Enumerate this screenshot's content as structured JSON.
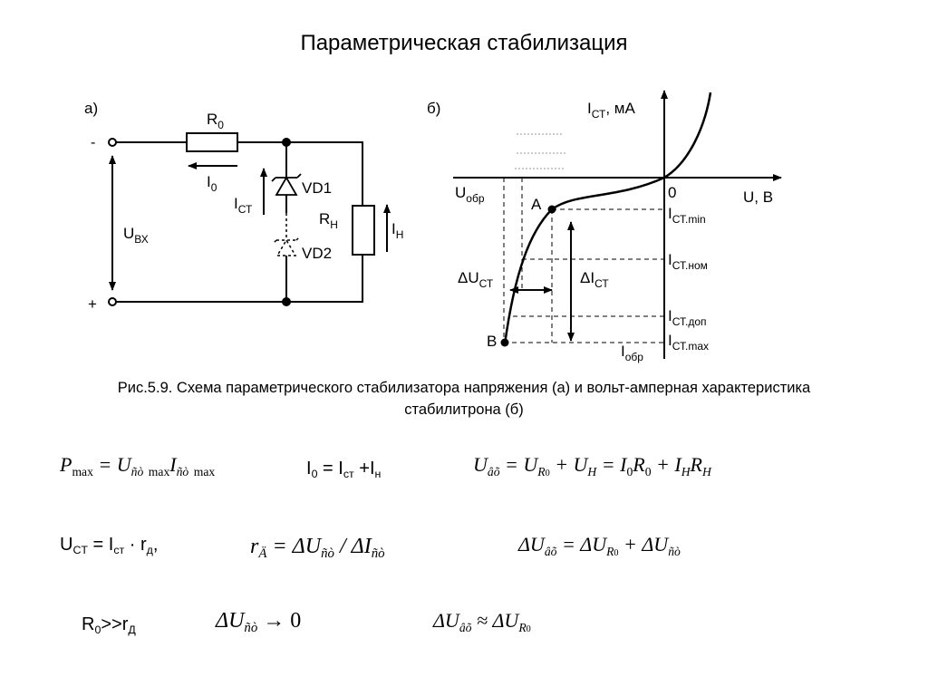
{
  "title": "Параметрическая стабилизация",
  "circuit": {
    "panel_label": "а)",
    "minus": "-",
    "plus": "+",
    "r0": "R",
    "r0_sub": "0",
    "i0": "I",
    "i0_sub": "0",
    "uin": "U",
    "uin_sub": "ВХ",
    "ist": "I",
    "ist_sub": "СТ",
    "vd1": "VD1",
    "vd2": "VD2",
    "rh": "R",
    "rh_sub": "Н",
    "ih": "I",
    "ih_sub": "Н"
  },
  "vac": {
    "panel_label": "б)",
    "y_axis": "I",
    "y_axis_sub": "СТ",
    "y_axis_unit": ", мА",
    "origin": "0",
    "x_axis": "U, B",
    "uobr": "U",
    "uobr_sub": "обр",
    "point_a": "A",
    "point_b": "B",
    "dust": "ΔU",
    "dust_sub": "СТ",
    "dist": "ΔI",
    "dist_sub": "СТ",
    "iobr": "I",
    "iobr_sub": "обр",
    "levels": [
      {
        "name": "I",
        "sub": "СТ.min"
      },
      {
        "name": "I",
        "sub": "СТ.ном"
      },
      {
        "name": "I",
        "sub": "СТ.доп"
      },
      {
        "name": "I",
        "sub": "СТ.max"
      }
    ]
  },
  "caption_line1": "Рис.5.9. Схема параметрического стабилизатора напряжения (а) и вольт-амперная характеристика",
  "caption_line2": "стабилитрона (б)",
  "formulas": {
    "pmax": {
      "P": "P",
      "max": "max",
      "U": "U",
      "st1": "ñò",
      "max2": "max",
      "I": "I",
      "st2": "ñò",
      "max3": "max"
    },
    "i0sum": {
      "I": "I",
      "0": "0",
      "eq": " = I",
      "st": "ст",
      "plus": " +I",
      "n": "н"
    },
    "uvh": {
      "U": "U",
      "vh": "âõ",
      "eq1": " = U",
      "R": "R",
      "R0": "0",
      "plus1": " + U",
      "H": "H",
      "eq2": " = I",
      "z0": "0",
      "R2": "R",
      "z02": "0",
      "plus2": " + I",
      "H2": "H",
      "R3": "R",
      "H3": "H"
    },
    "ust": {
      "U": "U",
      "CT": "CT",
      "eq": " = I",
      "st": "ст",
      "dot": " · r",
      "d": "д",
      "comma": ","
    },
    "rd": {
      "r": "r",
      "D": "Ä",
      "eq": " = ΔU",
      "st1": "ñò",
      "slash": " / ΔI",
      "st2": "ñò"
    },
    "duvh": {
      "dU": "ΔU",
      "vh": "âõ",
      "eq": " = ΔU",
      "R": "R",
      "z0": "0",
      "plus": " + ΔU",
      "st": "ñò"
    },
    "r0rd": {
      "R": "R",
      "z0": "0",
      "gg": ">>r",
      "D": "Д"
    },
    "dust0": {
      "dU": "ΔU",
      "st": "ñò",
      "arrow": " → 0"
    },
    "duapprox": {
      "dU": "ΔU",
      "vh": "âõ",
      "approx": " ≈ ΔU",
      "R": "R",
      "z0": "0"
    }
  }
}
